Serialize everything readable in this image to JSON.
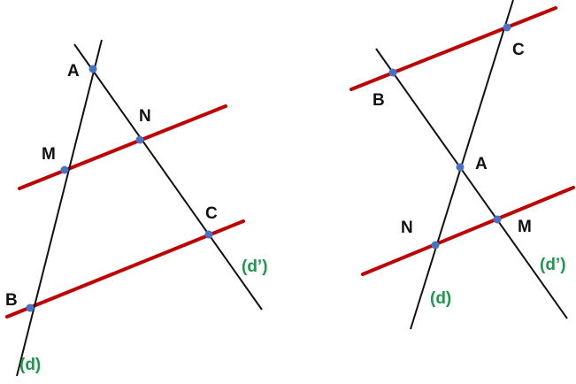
{
  "colors": {
    "secant": "#111111",
    "parallel": "#c00000",
    "point": "#4a72c4",
    "line_label": "#1a9a4a"
  },
  "figures": [
    {
      "name": "configuration-1",
      "points": {
        "A": "A",
        "M": "M",
        "N": "N",
        "B": "B",
        "C": "C"
      },
      "lines": {
        "d": "(d)",
        "d_prime": "(d’)"
      }
    },
    {
      "name": "configuration-2",
      "points": {
        "B": "B",
        "C": "C",
        "A": "A",
        "N": "N",
        "M": "M"
      },
      "lines": {
        "d": "(d)",
        "d_prime": "(d’)"
      }
    }
  ]
}
